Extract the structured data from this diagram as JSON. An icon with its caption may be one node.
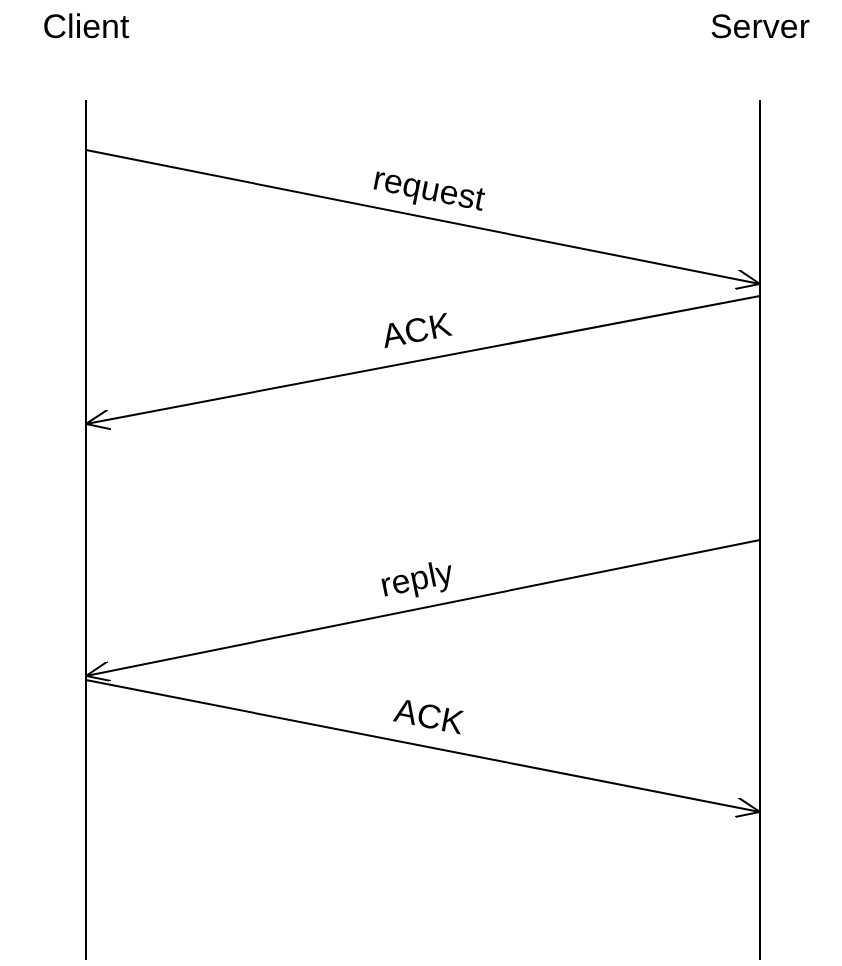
{
  "diagram": {
    "nodes": [
      {
        "text": [
          "Client"
        ]
      },
      {
        "text": [
          "Server"
        ]
      }
    ],
    "edges": [
      {
        "from": 0,
        "to": 1,
        "arrow": "to",
        "label": "request"
      },
      {
        "from": 1,
        "to": 0,
        "arrow": "to",
        "label": "ACK"
      },
      {
        "from": 1,
        "to": 0,
        "arrow": "to",
        "label": "reply"
      },
      {
        "from": 0,
        "to": 1,
        "arrow": "to",
        "label": "ACK"
      }
    ]
  }
}
